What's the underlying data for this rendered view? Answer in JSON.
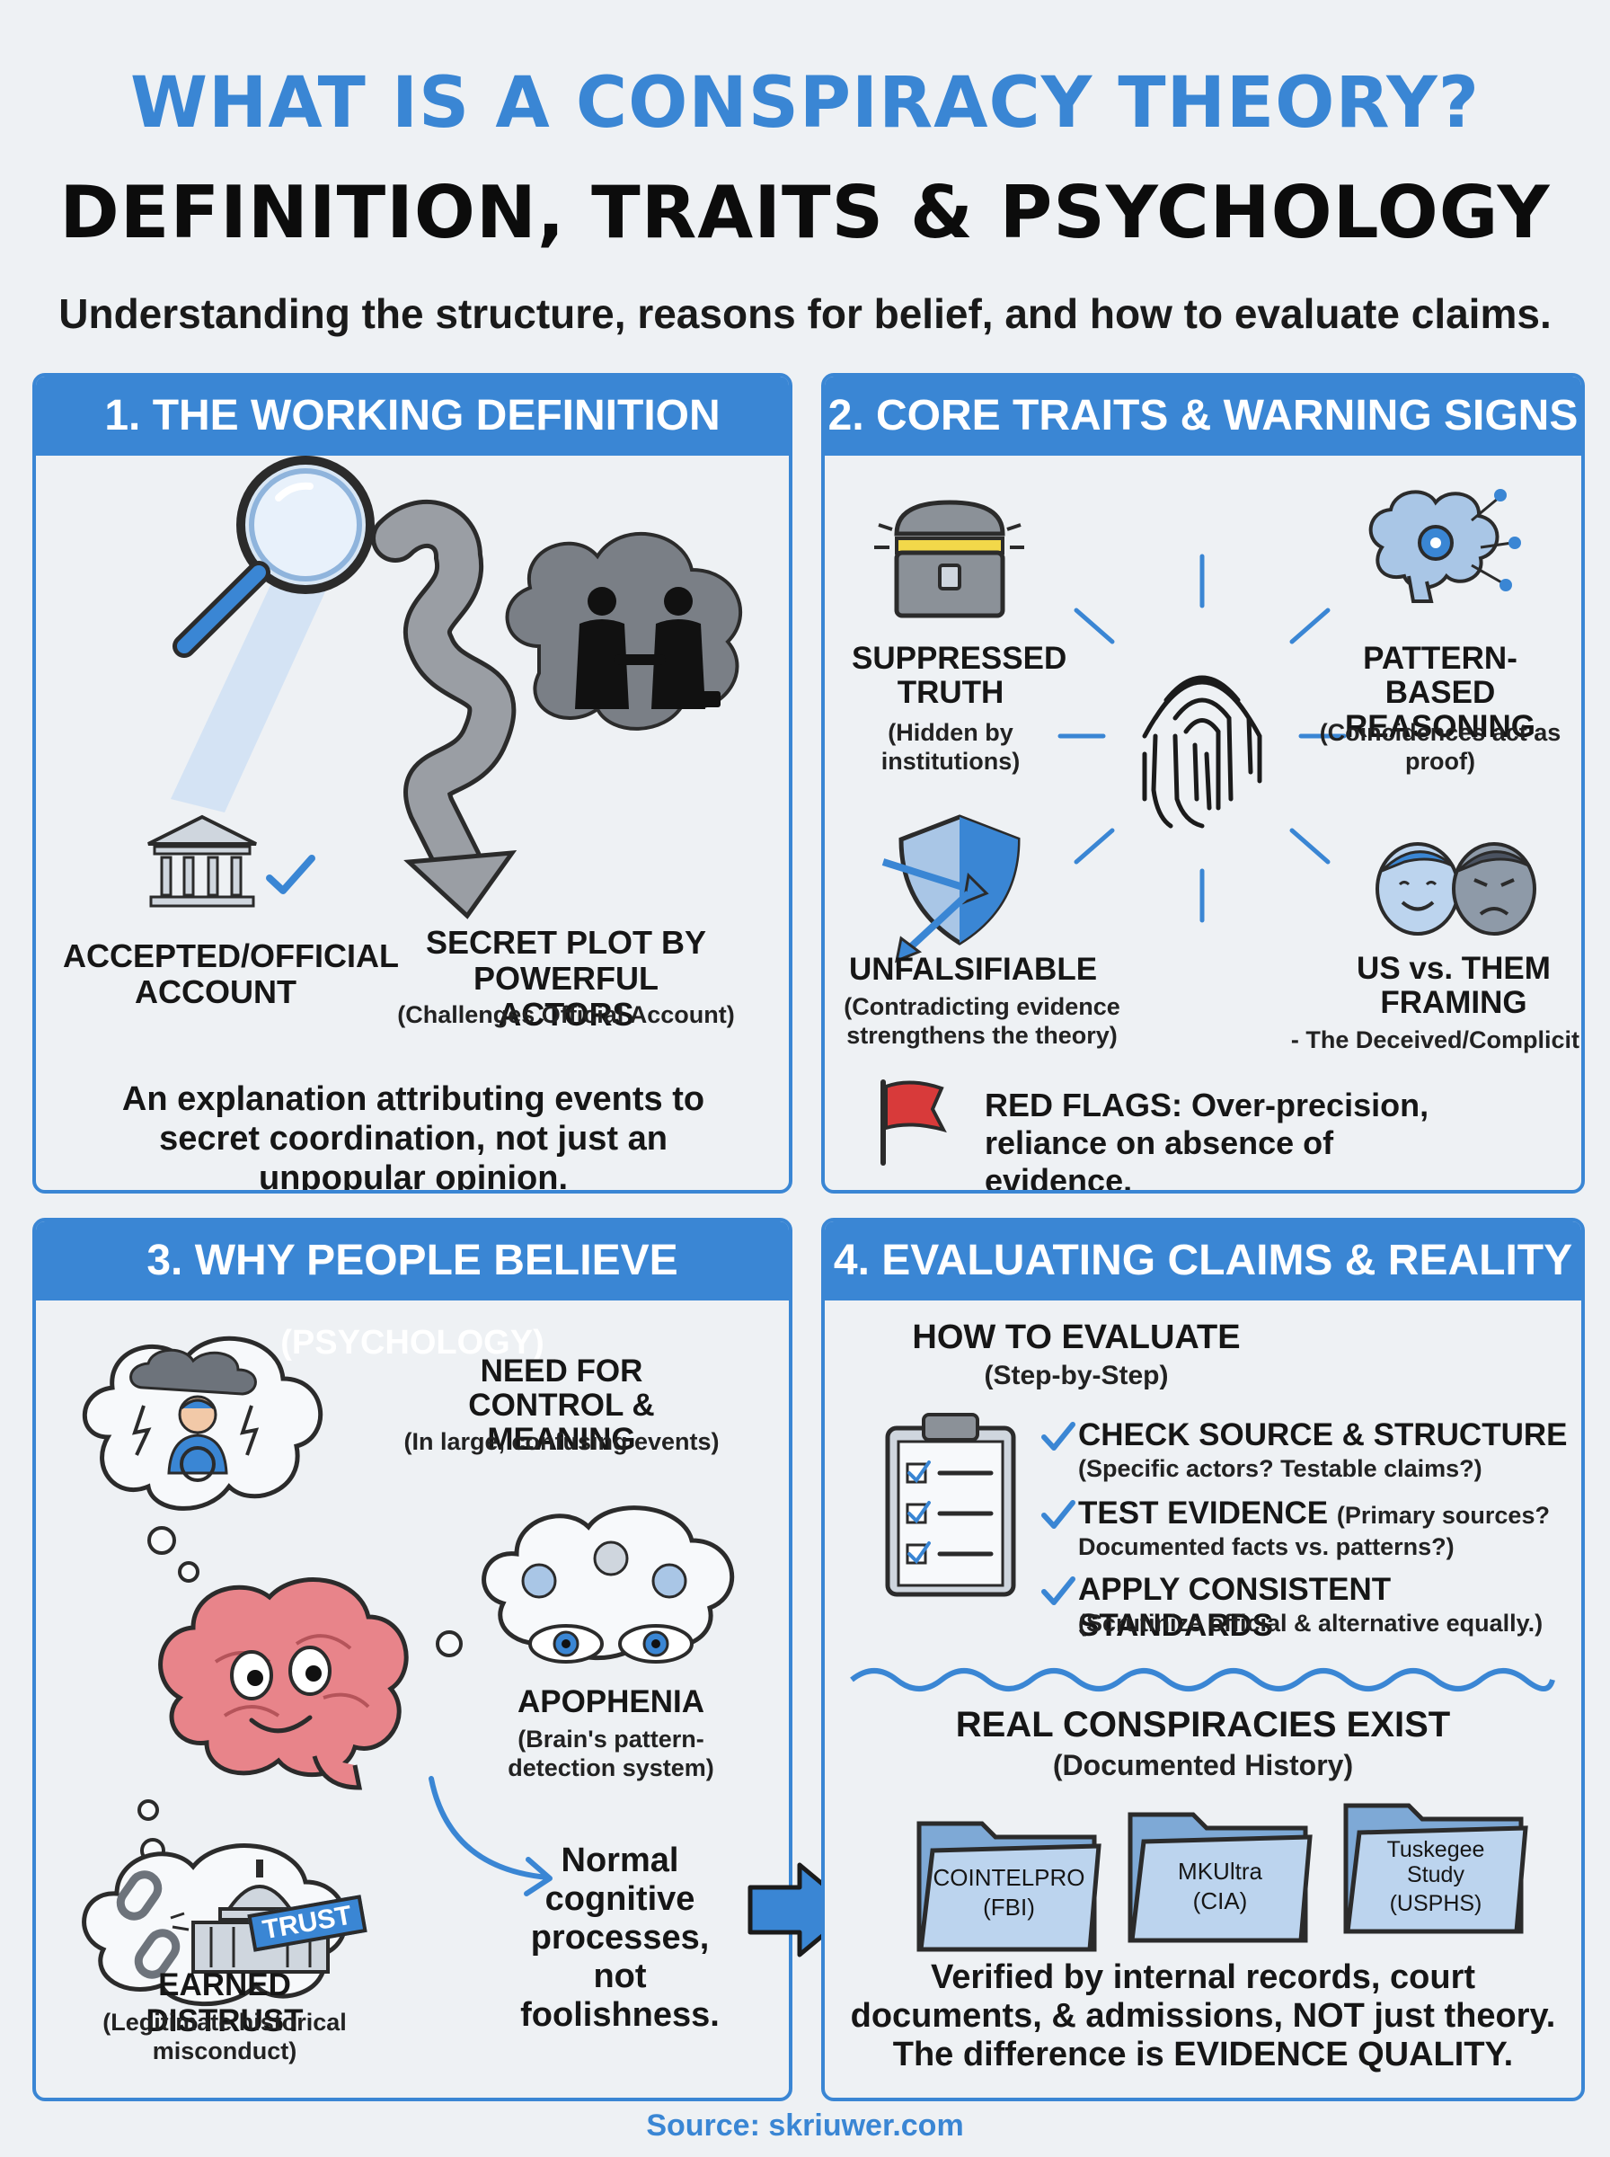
{
  "header": {
    "title_line1": "WHAT IS A CONSPIRACY THEORY?",
    "title_line2": "DEFINITION, TRAITS & PSYCHOLOGY",
    "subtitle": "Understanding the structure, reasons for belief, and how to evaluate claims."
  },
  "panel1": {
    "heading": "1. THE WORKING DEFINITION",
    "official_label": "ACCEPTED/OFFICIAL ACCOUNT",
    "secret_label": "SECRET PLOT BY POWERFUL ACTORS",
    "secret_sub": "(Challenges Official Account)",
    "summary": "An explanation attributing events to secret coordination, not just an unpopular opinion."
  },
  "panel2": {
    "heading": "2. CORE TRAITS & WARNING SIGNS",
    "suppressed_title": "SUPPRESSED TRUTH",
    "suppressed_sub": "(Hidden by institutions)",
    "pattern_title": "PATTERN-BASED REASONING",
    "pattern_sub": "(Coincidences act as proof)",
    "unfalsifiable_title": "UNFALSIFIABLE",
    "unfalsifiable_sub": "(Contradicting evidence strengthens the theory)",
    "usvsthem_title": "US vs. THEM FRAMING",
    "usvsthem_sub": "- The Deceived/Complicit",
    "red_flags": "RED FLAGS: Over-precision, reliance on absence of evidence."
  },
  "panel3": {
    "heading_main": "3. WHY PEOPLE BELIEVE",
    "heading_paren": "(PSYCHOLOGY)",
    "control_title": "NEED FOR CONTROL & MEANING",
    "control_sub": "(In large, confusing events)",
    "apophenia_title": "APOPHENIA",
    "apophenia_sub": "(Brain's pattern-detection system)",
    "trust_badge": "TRUST",
    "distrust_title": "EARNED DISTRUST",
    "distrust_sub": "(Legitimate historical misconduct)",
    "normal_text": "Normal cognitive processes, not foolishness."
  },
  "panel4": {
    "heading": "4. EVALUATING CLAIMS & REALITY",
    "how_title": "HOW TO EVALUATE",
    "how_sub": "(Step-by-Step)",
    "steps": [
      {
        "title": "CHECK SOURCE & STRUCTURE",
        "sub": "(Specific actors? Testable claims?)"
      },
      {
        "title": "TEST EVIDENCE",
        "inline": "(Primary sources?",
        "sub": "Documented facts vs. patterns?)"
      },
      {
        "title": "APPLY CONSISTENT STANDARDS",
        "sub": "(Scrutinize official & alternative equally.)"
      }
    ],
    "real_title": "REAL CONSPIRACIES EXIST",
    "real_sub": "(Documented History)",
    "folders": [
      {
        "name": "COINTELPRO",
        "org": "(FBI)"
      },
      {
        "name": "MKUltra",
        "org": "(CIA)"
      },
      {
        "name": "Tuskegee Study",
        "org": "(USPHS)"
      }
    ],
    "verified_line1": "Verified by internal records, court",
    "verified_line2": "documents, & admissions, NOT just theory.",
    "verified_line3": "The difference is EVIDENCE QUALITY."
  },
  "footer": {
    "source": "Source: skriuwer.com"
  },
  "colors": {
    "accent": "#3a86d4",
    "background": "#eef1f4",
    "brain": "#e8848a",
    "flag": "#d83a3a"
  },
  "icons": [
    "magnifier-icon",
    "bank-icon",
    "check-icon",
    "smoke-cloud-icon",
    "handshake-silhouette-icon",
    "treasure-chest-icon",
    "brain-gear-icon",
    "fingerprint-icon",
    "shield-arrow-icon",
    "faces-icon",
    "red-flag-icon",
    "storm-cloud-icon",
    "brain-character-icon",
    "eyes-icon",
    "broken-chain-icon",
    "capitol-icon",
    "clipboard-icon",
    "folder-icon",
    "arrow-right-icon"
  ]
}
